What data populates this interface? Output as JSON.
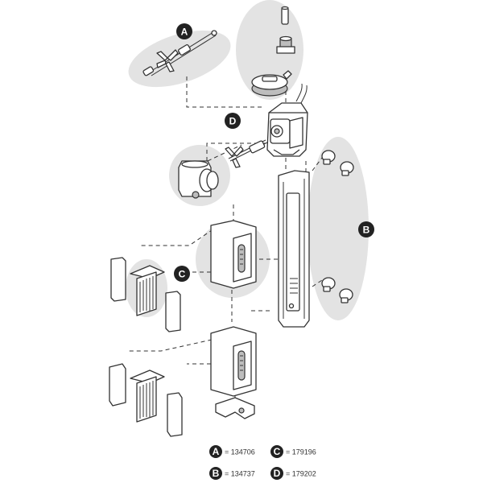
{
  "callouts": {
    "a": "A",
    "b": "B",
    "c": "C",
    "d": "D"
  },
  "legend": [
    {
      "letter": "A",
      "code": "= 134706"
    },
    {
      "letter": "C",
      "code": "= 179196"
    },
    {
      "letter": "B",
      "code": "= 134737"
    },
    {
      "letter": "D",
      "code": "= 179202"
    }
  ]
}
